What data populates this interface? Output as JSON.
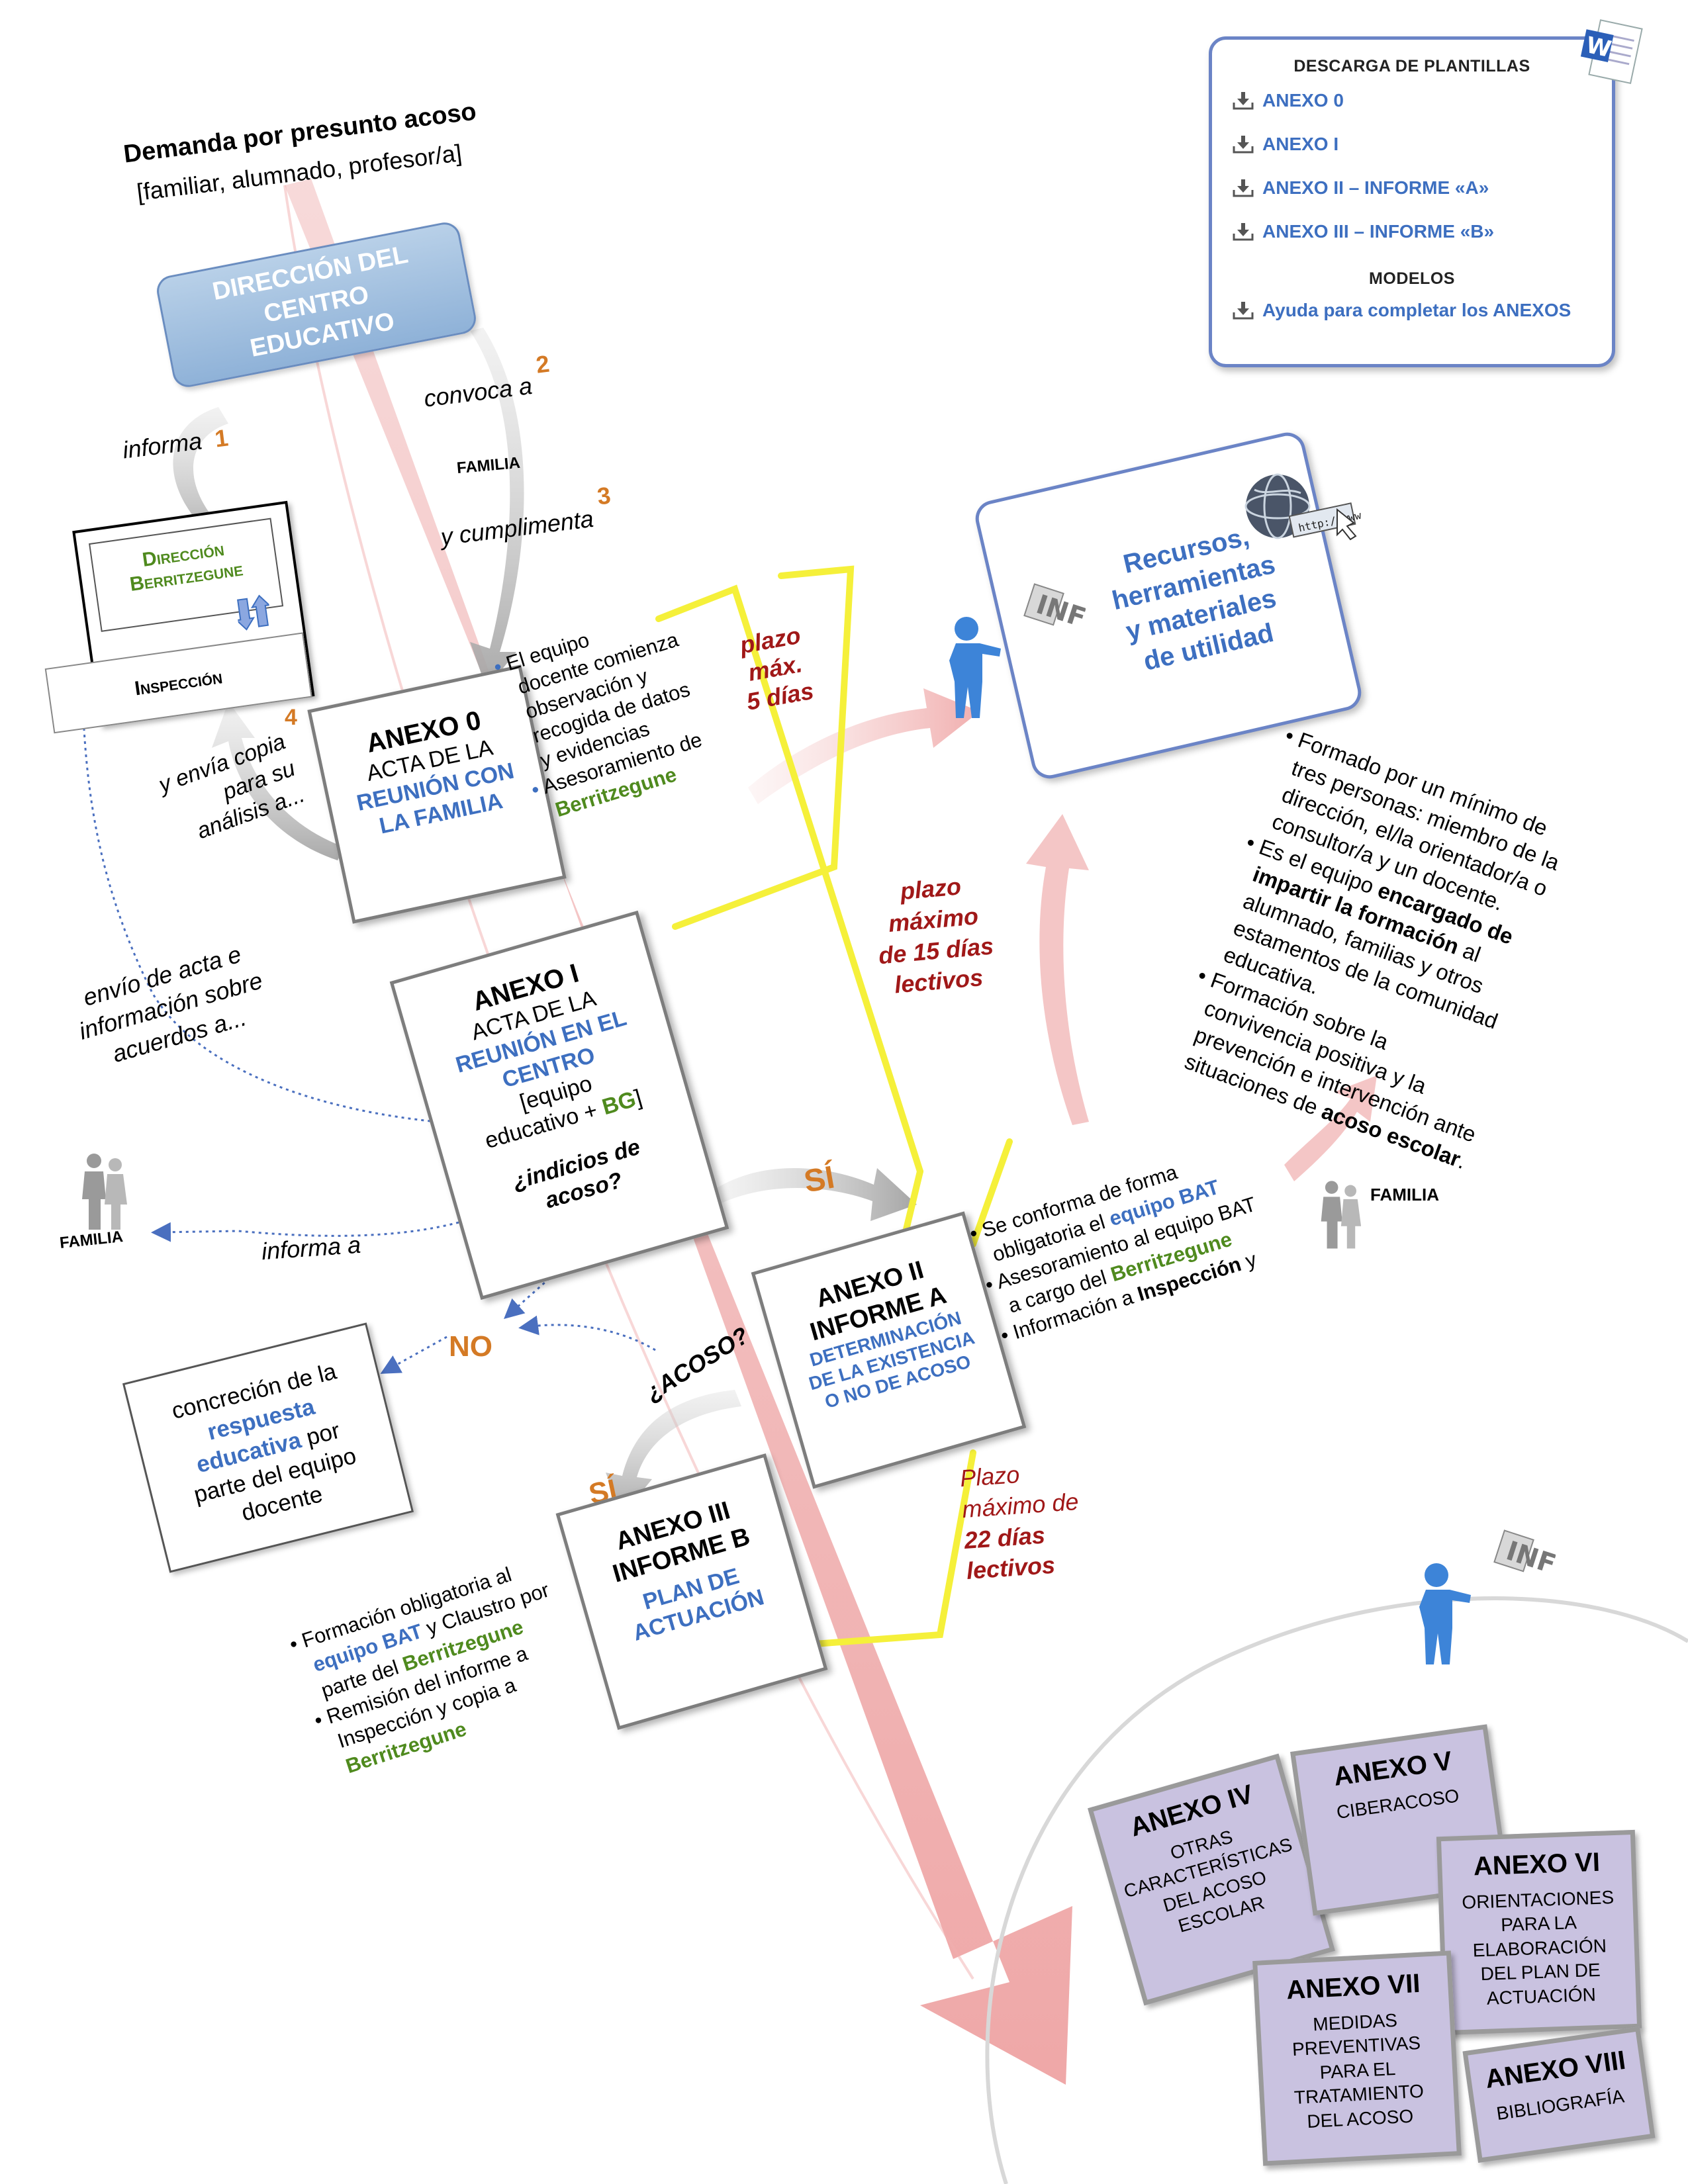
{
  "header": {
    "title": "Demanda por presunto acoso",
    "subtitle": "[familiar, alumnado, profesor/a]"
  },
  "direccion_centro": "DIRECCIÓN DEL CENTRO EDUCATIVO",
  "steps": {
    "informa": "informa",
    "n1": "1",
    "convoca": "convoca a",
    "n2": "2",
    "familia": "FAMILIA",
    "cumplimenta": "y cumplimenta",
    "n3": "3",
    "n4": "4",
    "envia_copia": [
      "y envía copia",
      "para su",
      "análisis a..."
    ],
    "envio_acta": [
      "envío de acta e",
      "información sobre",
      "acuerdos  a..."
    ],
    "informa_a": "informa a",
    "familia_left": "FAMILIA",
    "familia_right": "FAMILIA"
  },
  "dir_berritzegune": {
    "line1": "Dirección",
    "line2": "Berritzegune",
    "inspeccion": "Inspección"
  },
  "anexo0": {
    "title": "ANEXO 0",
    "line1": "ACTA DE LA",
    "line2": "REUNIÓN CON",
    "line3": "LA FAMILIA"
  },
  "anexo0_bullets": {
    "b1": [
      "El equipo",
      "docente comienza",
      "observación y",
      "recogida de datos",
      "y evidencias"
    ],
    "b2a": "Asesoramiento de",
    "b2b": "Berritzegune"
  },
  "plazo5": [
    "plazo",
    "máx.",
    "5 días"
  ],
  "plazo15": [
    "plazo",
    "máximo",
    "de 15 días",
    "lectivos"
  ],
  "plazo22": {
    "l1": "Plazo",
    "l2": "máximo de",
    "l3": "22 días",
    "l4": "lectivos"
  },
  "anexo1": {
    "title": "ANEXO I",
    "line1": "ACTA DE LA",
    "line2": "REUNIÓN EN EL",
    "line3": "CENTRO",
    "line4": "[equipo",
    "line5a": "educativo + ",
    "line5b": "BG",
    "line5c": "]",
    "question": [
      "¿indicios de",
      "acoso?"
    ]
  },
  "si1": "SÍ",
  "si2": "SÍ",
  "no": "NO",
  "acoso_q": "¿ACOSO?",
  "respuesta": {
    "l1": "concreción de la",
    "l2": "respuesta",
    "l3": "educativa",
    "l3b": " por",
    "l4": "parte del equipo",
    "l5": "docente"
  },
  "anexo2": {
    "title": "ANEXO II",
    "sub": "INFORME A",
    "line1": "DETERMINACIÓN",
    "line2": "DE LA EXISTENCIA",
    "line3": "O NO DE ACOSO"
  },
  "anexo2_bullets": {
    "b1a": "Se conforma de forma",
    "b1b": "obligatoria el ",
    "b1c": "equipo BAT",
    "b2a": "Asesoramiento al equipo BAT",
    "b2b": "a cargo del ",
    "b2c": "Berritzegune",
    "b3a": "Información a ",
    "b3b": "Inspección",
    "b3c": " y"
  },
  "anexo3": {
    "title": "ANEXO III",
    "sub": "INFORME B",
    "line1": "PLAN DE",
    "line2": "ACTUACIÓN"
  },
  "anexo3_bullets": {
    "b1a": "Formación obligatoria al",
    "b1b": "equipo BAT",
    "b1c": " y Claustro por",
    "b1d": "parte del ",
    "b1e": "Berritzegune",
    "b2a": "Remisión del informe a",
    "b2b": "Inspección y copia a",
    "b2c": "Berritzegune"
  },
  "bat_info": {
    "b1": [
      "Formado por un mínimo de",
      "tres personas: miembro de la",
      "dirección, el/la orientador/a o",
      "consultor/a y un docente."
    ],
    "b2a": "Es el equipo ",
    "b2b": "encargado de",
    "b2c": "impartir la formación",
    "b2d": " al",
    "b2e": [
      "alumnado, familias y otros",
      "estamentos de la comunidad",
      "educativa."
    ],
    "b3": [
      "Formación sobre la",
      "convivencia positiva y la",
      "prevención e intervención ante"
    ],
    "b3a": "situaciones de ",
    "b3b": "acoso escolar",
    "b3c": "."
  },
  "recursos": {
    "l1": "Recursos,",
    "l2": "herramientas",
    "l3": "y materiales",
    "l4": "de utilidad",
    "info_letters": "INFO",
    "web_label": "http://www"
  },
  "downloads": {
    "heading": "DESCARGA DE PLANTILLAS",
    "items": [
      "ANEXO 0",
      "ANEXO I",
      "ANEXO II – INFORME «A»",
      "ANEXO III – INFORME «B»"
    ],
    "models_heading": "MODELOS",
    "help": "Ayuda para completar los ANEXOS",
    "word_letter": "W"
  },
  "cards": {
    "a4": {
      "title": "ANEXO IV",
      "lines": [
        "OTRAS",
        "CARACTERÍSTICAS",
        "DEL ACOSO",
        "ESCOLAR"
      ]
    },
    "a5": {
      "title": "ANEXO V",
      "lines": [
        "CIBERACOSO"
      ]
    },
    "a6": {
      "title": "ANEXO VI",
      "lines": [
        "ORIENTACIONES",
        "PARA LA",
        "ELABORACIÓN",
        "DEL PLAN DE",
        "ACTUACIÓN"
      ]
    },
    "a7": {
      "title": "ANEXO VII",
      "lines": [
        "MEDIDAS",
        "PREVENTIVAS",
        "PARA EL",
        "TRATAMIENTO",
        "DEL ACOSO"
      ]
    },
    "a8": {
      "title": "ANEXO VIII",
      "lines": [
        "BIBLIOGRAFÍA"
      ]
    }
  },
  "colors": {
    "arrow_pink": "#f4c4c4",
    "yellow": "#f5f03a",
    "blue_text": "#3d6fc0",
    "green_text": "#4f8a1e",
    "red_text": "#a01818",
    "orange": "#d47a25",
    "card": "#c9c2e0"
  }
}
